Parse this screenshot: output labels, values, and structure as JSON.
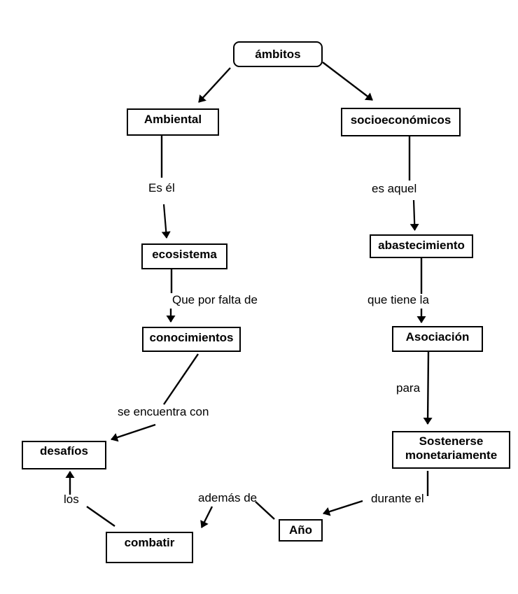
{
  "colors": {
    "background": "#ffffff",
    "box_fill": "#ffffff",
    "box_border": "#000000",
    "line": "#000000",
    "text": "#000000"
  },
  "concept_map": {
    "nodes": {
      "ambitos": {
        "label": "ámbitos",
        "shape": "rounded-rectangle"
      },
      "ambiental": {
        "label": "Ambiental",
        "shape": "rectangle"
      },
      "socioeconomicos": {
        "label": "socioeconómicos",
        "shape": "rectangle"
      },
      "ecosistema": {
        "label": "ecosistema",
        "shape": "rectangle"
      },
      "abastecimiento": {
        "label": "abastecimiento",
        "shape": "rectangle"
      },
      "conocimientos": {
        "label": "conocimientos",
        "shape": "rectangle"
      },
      "asociacion": {
        "label": "Asociación",
        "shape": "rectangle"
      },
      "desafios": {
        "label": "desafíos",
        "shape": "rectangle"
      },
      "sostenerse": {
        "label": "Sostenerse monetariamente",
        "shape": "rectangle"
      },
      "combatir": {
        "label": "combatir",
        "shape": "rectangle"
      },
      "ano": {
        "label": "Año",
        "shape": "rectangle"
      }
    },
    "edge_labels": {
      "es_el": "Es él",
      "es_aquel": "es aquel",
      "que_por": "Que por falta de",
      "que_tiene": "que tiene la",
      "se_encuentra": "se encuentra con",
      "para": "para",
      "los": "los",
      "ademas": "además de",
      "durante": "durante el"
    },
    "edges": [
      {
        "from": "ambitos",
        "to": "ambiental",
        "label": ""
      },
      {
        "from": "ambitos",
        "to": "socioeconomicos",
        "label": ""
      },
      {
        "from": "ambiental",
        "to": "ecosistema",
        "label": "Es él"
      },
      {
        "from": "socioeconomicos",
        "to": "abastecimiento",
        "label": "es aquel"
      },
      {
        "from": "ecosistema",
        "to": "conocimientos",
        "label": "Que por falta de"
      },
      {
        "from": "abastecimiento",
        "to": "asociacion",
        "label": "que tiene la"
      },
      {
        "from": "conocimientos",
        "to": "desafios",
        "label": "se encuentra con"
      },
      {
        "from": "asociacion",
        "to": "sostenerse",
        "label": "para"
      },
      {
        "from": "sostenerse",
        "to": "ano",
        "label": "durante el"
      },
      {
        "from": "ano",
        "to": "combatir",
        "label": "además de"
      },
      {
        "from": "combatir",
        "to": "desafios",
        "label": "los"
      }
    ]
  }
}
